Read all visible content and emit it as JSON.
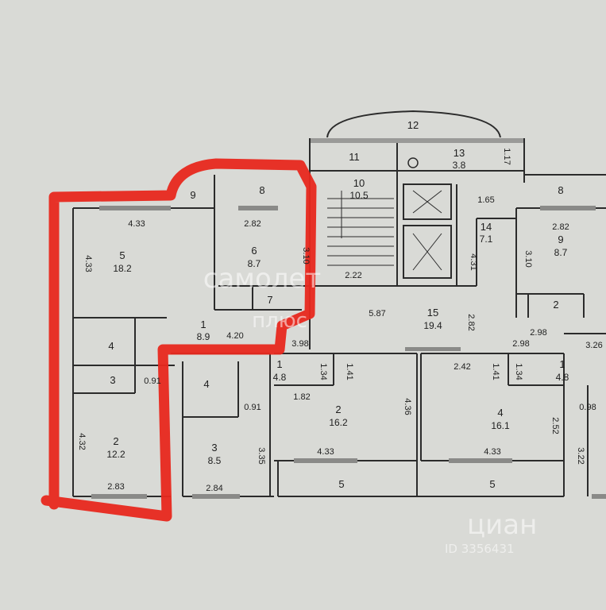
{
  "rooms": [
    {
      "id": "r12",
      "number": "12",
      "area": ""
    },
    {
      "id": "r11",
      "number": "11",
      "area": ""
    },
    {
      "id": "r13",
      "number": "13",
      "area": "3.8"
    },
    {
      "id": "r10",
      "number": "10",
      "area": "10.5"
    },
    {
      "id": "rL9",
      "number": "9",
      "area": ""
    },
    {
      "id": "rL8",
      "number": "8",
      "area": ""
    },
    {
      "id": "rL5",
      "number": "5",
      "area": "18.2"
    },
    {
      "id": "rL6",
      "number": "6",
      "area": "8.7"
    },
    {
      "id": "rL7",
      "number": "7",
      "area": ""
    },
    {
      "id": "rL1",
      "number": "1",
      "area": "8.9"
    },
    {
      "id": "rL4a",
      "number": "4",
      "area": ""
    },
    {
      "id": "rL3a",
      "number": "3",
      "area": ""
    },
    {
      "id": "rL2",
      "number": "2",
      "area": "12.2"
    },
    {
      "id": "rC4",
      "number": "4",
      "area": ""
    },
    {
      "id": "rC3",
      "number": "3",
      "area": "8.5"
    },
    {
      "id": "rC1",
      "number": "1",
      "area": "4.8"
    },
    {
      "id": "rC2",
      "number": "2",
      "area": "16.2"
    },
    {
      "id": "r15",
      "number": "15",
      "area": "19.4"
    },
    {
      "id": "r14",
      "number": "14",
      "area": "7.1"
    },
    {
      "id": "rR8",
      "number": "8",
      "area": ""
    },
    {
      "id": "rR9",
      "number": "9",
      "area": "8.7"
    },
    {
      "id": "rR2s",
      "number": "2",
      "area": ""
    },
    {
      "id": "rR4",
      "number": "4",
      "area": "16.1"
    },
    {
      "id": "rR1",
      "number": "1",
      "area": "4.8"
    },
    {
      "id": "rB5a",
      "number": "5",
      "area": ""
    },
    {
      "id": "rB5b",
      "number": "5",
      "area": ""
    }
  ],
  "dimensions": [
    "4.33",
    "4.33",
    "2.82",
    "3.10",
    "2.22",
    "5.87",
    "2.82",
    "4.31",
    "1.65",
    "1.17",
    "2.82",
    "3.10",
    "4.20",
    "3.98",
    "2.98",
    "2.98",
    "3.26",
    "0.91",
    "0.91",
    "1.34",
    "1.41",
    "1.82",
    "4.36",
    "2.42",
    "1.41",
    "1.34",
    "2.52",
    "0.98",
    "4.32",
    "2.83",
    "3.35",
    "2.84",
    "4.33",
    "4.33",
    "3.22"
  ],
  "watermarks": {
    "samolet": "самолет",
    "plus": "плюс",
    "cian": "циан",
    "cian_id": "ID 3356431"
  },
  "colors": {
    "background": "#d9dad6",
    "wall": "#2b2b2b",
    "highlight": "#e8281e"
  }
}
